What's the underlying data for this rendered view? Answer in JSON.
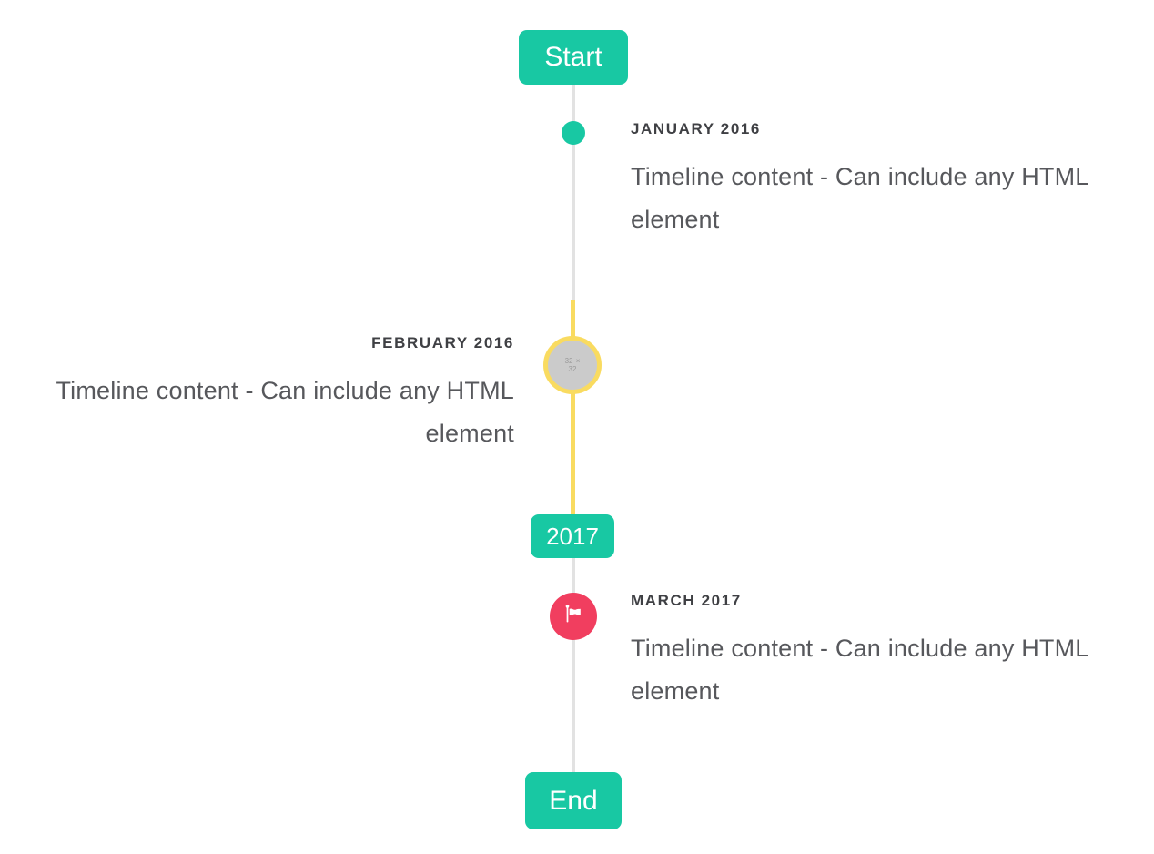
{
  "colors": {
    "accent_teal": "#18c8a3",
    "line_gray": "#e2e2e2",
    "segment_yellow": "#f9db60",
    "marker_red": "#f13e5f",
    "placeholder_gray": "#cbcbcb",
    "heading_text": "#3f4044",
    "content_text": "#57585c"
  },
  "timeline": {
    "start_label": "Start",
    "end_label": "End",
    "year_divider_label": "2017",
    "items": [
      {
        "heading": "JANUARY 2016",
        "content": "Timeline content - Can include any HTML element",
        "side": "right",
        "marker": "teal-dot"
      },
      {
        "heading": "FEBRUARY 2016",
        "content": "Timeline content - Can include any HTML element",
        "side": "left",
        "marker": "image-placeholder",
        "placeholder_label": "32 × 32"
      },
      {
        "heading": "MARCH 2017",
        "content": "Timeline content - Can include any HTML element",
        "side": "right",
        "marker": "flag"
      }
    ]
  }
}
